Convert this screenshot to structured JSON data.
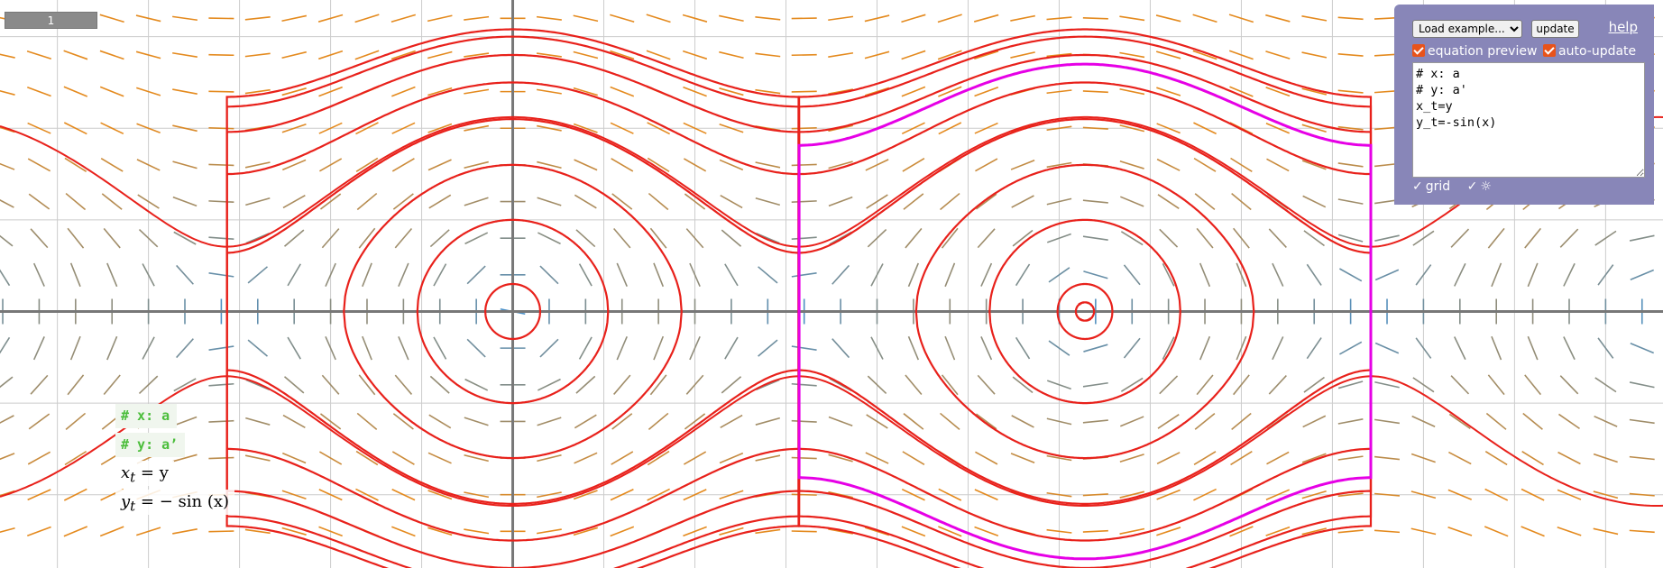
{
  "scale_badge": "1",
  "controls": {
    "example_select_label": "Load example...",
    "update_label": "update",
    "help_label": "help",
    "equation_preview_label": "equation preview",
    "auto_update_label": "auto-update",
    "code": "# x: a\n# y: a'\nx_t=y\ny_t=-sin(x)",
    "grid_label": "grid",
    "brightness_label": "☼",
    "check_glyph": "✓"
  },
  "preview": {
    "comment1": "# x: a",
    "comment2": "# y: a’",
    "eq1_lhs": "x",
    "eq1_sub": "t",
    "eq1_rhs": " = y",
    "eq2_lhs": "y",
    "eq2_sub": "t",
    "eq2_rhs": " = − sin (x)"
  },
  "colors": {
    "trajectory": "#e8211b",
    "highlight": "#e600e6",
    "field_slow": "#4a90c8",
    "field_fast": "#e48a1e",
    "axis": "#777777",
    "grid": "#cccccc",
    "panel": "#8886b8",
    "checkbox": "#e8531a"
  },
  "chart_data": {
    "type": "line",
    "title": "",
    "xlabel": "",
    "ylabel": "",
    "system": "x_t = y, y_t = -sin(x)",
    "xlim": [
      -5.63,
      12.63
    ],
    "ylim": [
      -2.8,
      3.4
    ],
    "grid": true,
    "orbit_centers": [
      0,
      6.283
    ],
    "closed_orbit_amplitudes": [
      0.3,
      1.0,
      1.6,
      2.1,
      2.5,
      2.8,
      3.0,
      3.08
    ],
    "right_center_amplitudes": [
      0.1,
      0.3,
      1.0,
      1.6,
      2.1,
      2.5,
      2.8,
      3.0,
      3.08
    ],
    "highlight_orbit": {
      "center": 6.283,
      "amplitude": 2.7
    },
    "rotating_orbits": [
      {
        "energy": 2.25,
        "direction": 1
      },
      {
        "energy": 2.25,
        "direction": -1
      }
    ]
  }
}
